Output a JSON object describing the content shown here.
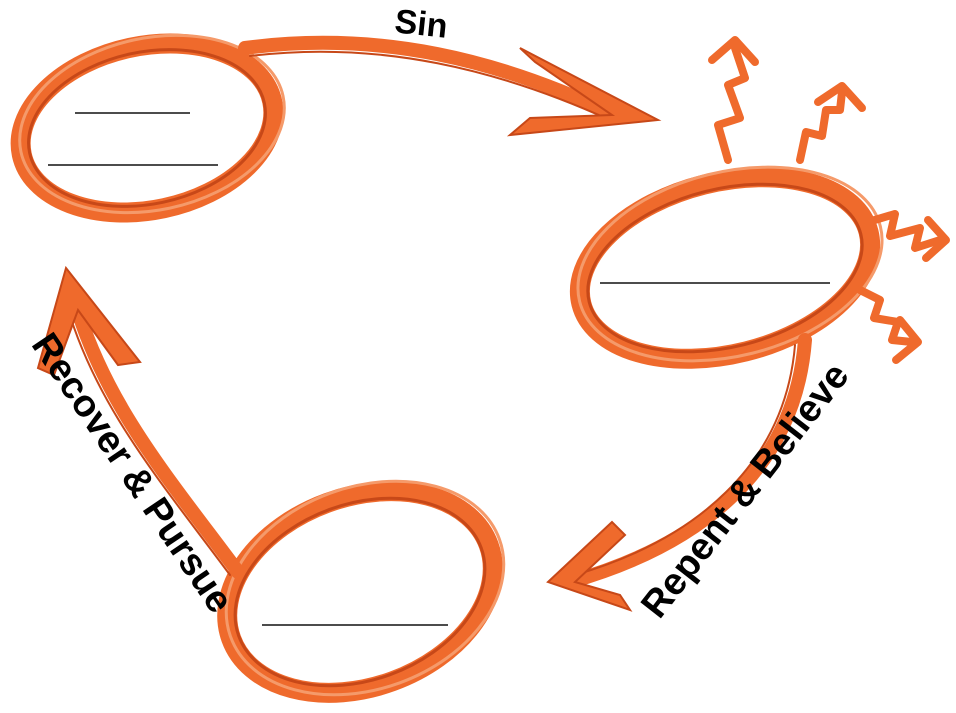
{
  "colors": {
    "ring": "#ef6a2c",
    "ring_dark": "#c74818",
    "ring_light": "#f59a6a",
    "text": "#000000",
    "background": "#ffffff"
  },
  "labels": {
    "sin": "Sin",
    "repent": "Repent & Believe",
    "recover": "Recover & Pursue"
  },
  "nodes": [
    {
      "id": "top-left",
      "blanks": 2
    },
    {
      "id": "right",
      "blanks": 1,
      "radiating": true
    },
    {
      "id": "bottom",
      "blanks": 1
    }
  ]
}
